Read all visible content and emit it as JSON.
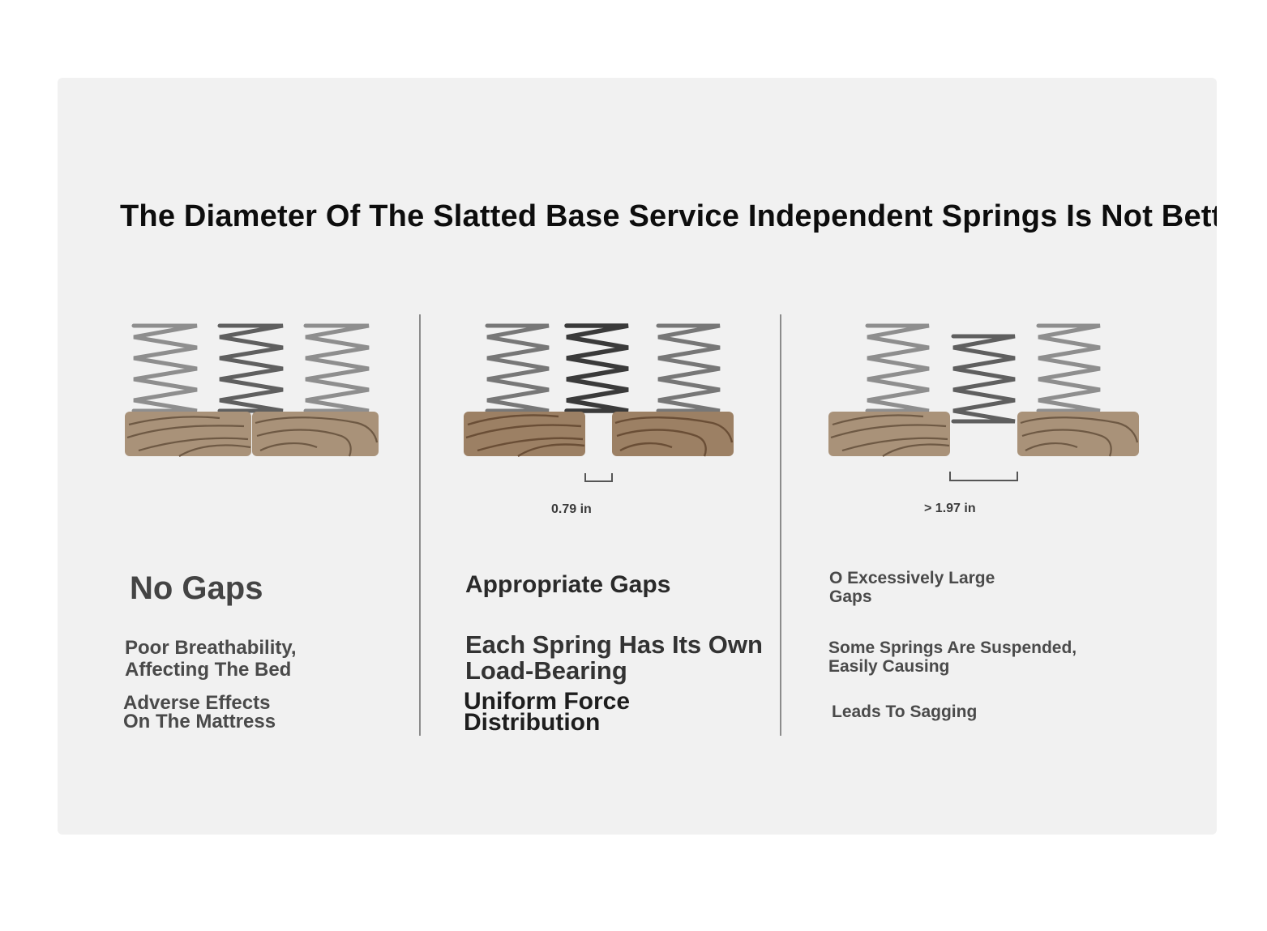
{
  "title": "The Diameter Of The Slatted Base Service Independent Springs Is Not Better When It Is Larger",
  "panels": [
    {
      "heading": "No Gaps",
      "desc1_line1": "Poor Breathability,",
      "desc1_line2": "Affecting The Bed",
      "desc2_line1": "Adverse Effects",
      "desc2_line2": "On The Mattress"
    },
    {
      "heading": "Appropriate Gaps",
      "gap_label": "0.79 in",
      "desc1_line1": "Each Spring Has Its Own",
      "desc1_line2": "Load-Bearing",
      "desc2_line1": "Uniform Force",
      "desc2_line2": "Distribution"
    },
    {
      "heading_line1": "O Excessively Large",
      "heading_line2": "Gaps",
      "gap_label": "> 1.97 in",
      "desc1_line1": "Some Springs Are Suspended,",
      "desc1_line2": "Easily Causing",
      "desc2": "Leads To Sagging"
    }
  ],
  "colors": {
    "background": "#f1f1f1",
    "wood_light": "#a99279",
    "wood_dark": "#9c8064",
    "wood_grain": "#6e5944",
    "spring_light": "#8e8e8e",
    "spring_mid": "#666666",
    "spring_dark": "#3a3a3a"
  }
}
